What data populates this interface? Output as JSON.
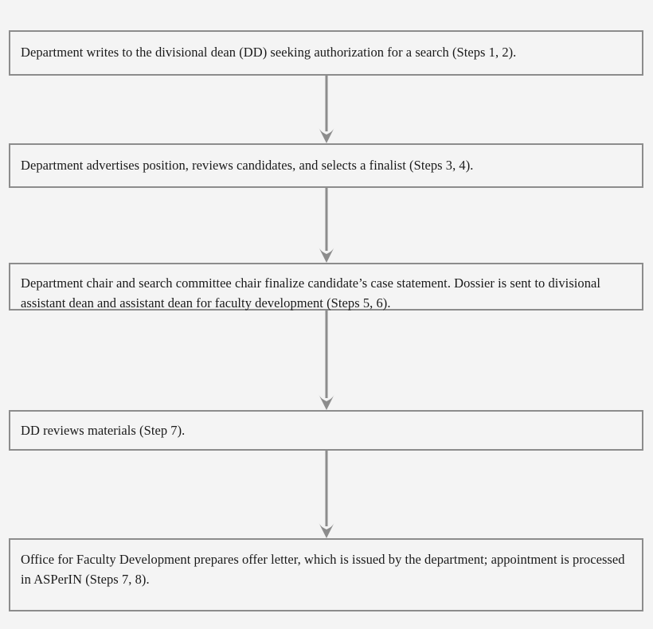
{
  "chart_data": {
    "type": "diagram",
    "title": "Faculty Search and Appointment Process Flowchart",
    "orientation": "vertical",
    "node_count": 5,
    "connector_count": 4,
    "nodes": [
      {
        "id": "node-1",
        "order": 1,
        "text": "Department writes to the divisional dean (DD) seeking authorization for a search (Steps 1, 2).",
        "steps": [
          1,
          2
        ],
        "lines": 1
      },
      {
        "id": "node-2",
        "order": 2,
        "text": "Department advertises position, reviews candidates, and selects a finalist (Steps 3, 4).",
        "steps": [
          3,
          4
        ],
        "lines": 1
      },
      {
        "id": "node-3",
        "order": 3,
        "text": "Department chair and search committee chair finalize candidate’s case statement.  Dossier is sent to divisional assistant dean and assistant dean for faculty development (Steps 5, 6).",
        "steps": [
          5,
          6
        ],
        "lines": 2
      },
      {
        "id": "node-4",
        "order": 4,
        "text": "DD reviews materials (Step 7).",
        "steps": [
          7
        ],
        "lines": 1
      },
      {
        "id": "node-5",
        "order": 5,
        "text": "Office for Faculty Development prepares offer letter, which is issued by the department; appointment is processed in ASPerIN (Steps 7, 8).",
        "steps": [
          7,
          8
        ],
        "lines": 2
      }
    ],
    "connectors": [
      {
        "id": "connector-1",
        "from": "node-1",
        "to": "node-2",
        "icon": "down-arrow-icon",
        "label": ""
      },
      {
        "id": "connector-2",
        "from": "node-2",
        "to": "node-3",
        "icon": "down-arrow-icon",
        "label": ""
      },
      {
        "id": "connector-3",
        "from": "node-3",
        "to": "node-4",
        "icon": "down-arrow-icon",
        "label": ""
      },
      {
        "id": "connector-4",
        "from": "node-4",
        "to": "node-5",
        "icon": "down-arrow-icon",
        "label": ""
      }
    ],
    "colors": {
      "background": "#f4f4f4",
      "node_fill": "#f4f4f4",
      "node_border": "#8c8c8c",
      "text": "#1a1a1a",
      "arrow": "#8c8c8c"
    }
  }
}
